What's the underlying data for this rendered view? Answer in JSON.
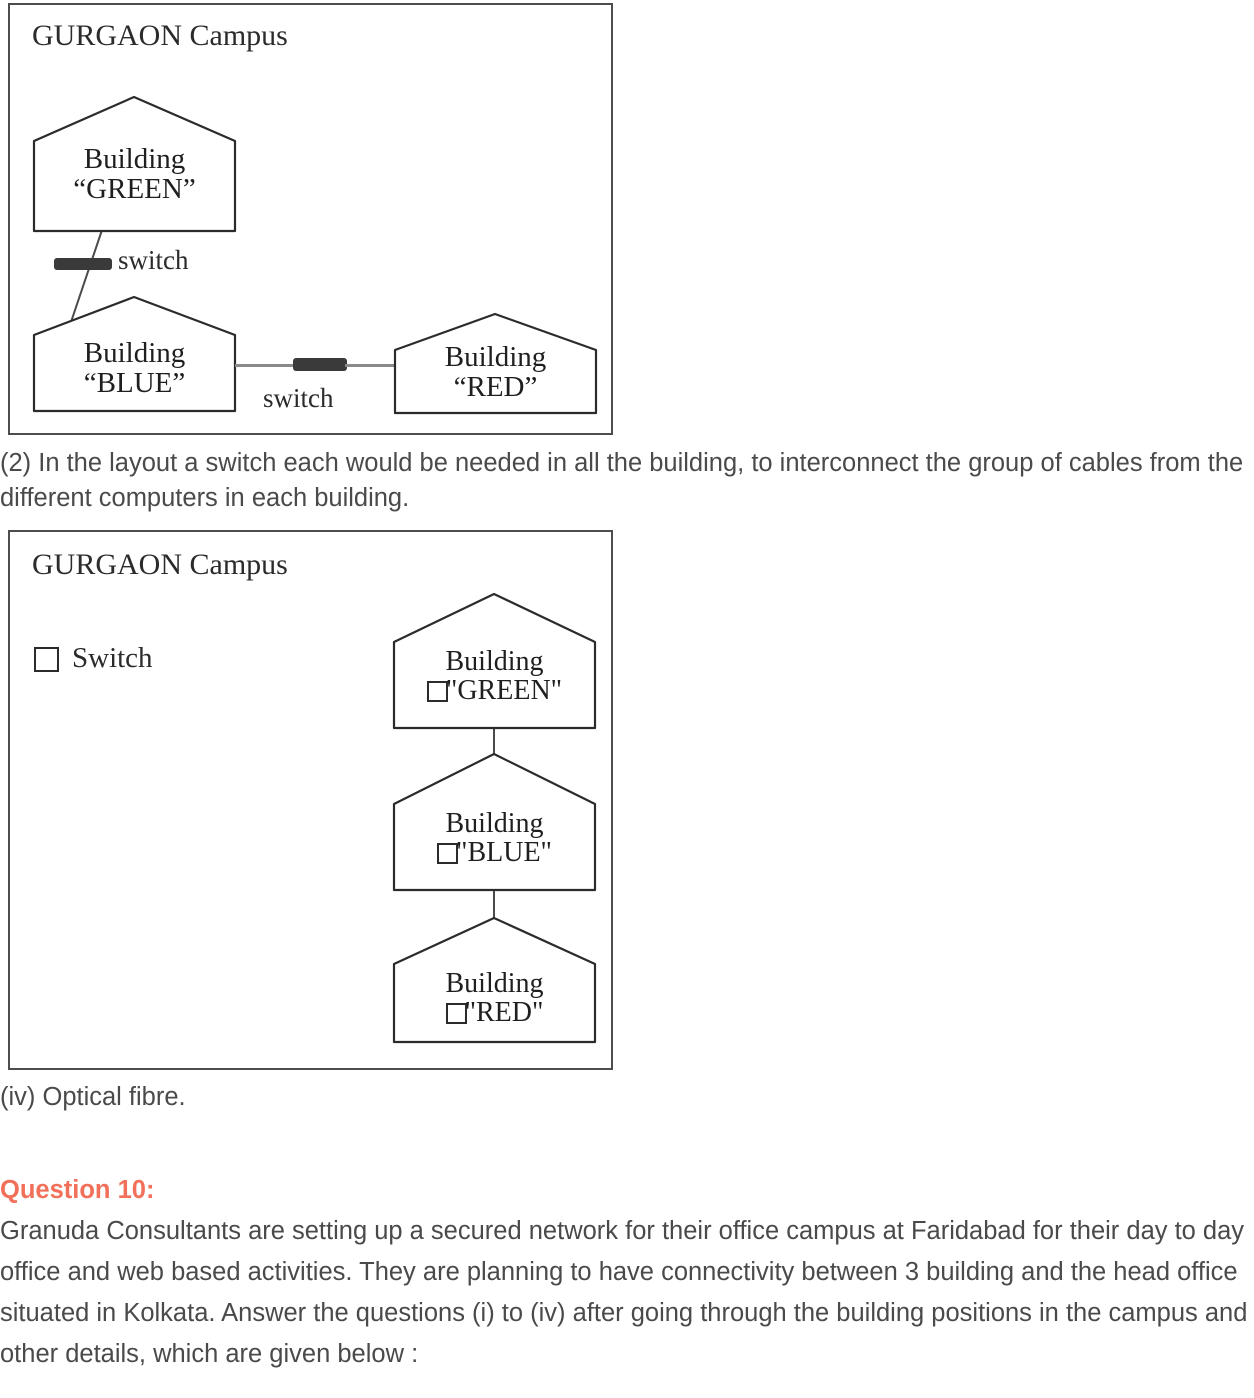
{
  "diagram_one": {
    "title": "GURGAON Campus",
    "buildings": [
      {
        "id": "green",
        "line1": "Building",
        "line2": "“GREEN”"
      },
      {
        "id": "blue",
        "line1": "Building",
        "line2": "“BLUE”"
      },
      {
        "id": "red",
        "line1": "Building",
        "line2": "“RED”"
      }
    ],
    "switch_label_top": "switch",
    "switch_label_bottom": "switch"
  },
  "paragraph_2": "(2) In the layout a switch each would be needed in all the building, to interconnect the group of cables from the different computers in each building.",
  "diagram_two": {
    "title": "GURGAON Campus",
    "legend_label": "Switch",
    "buildings": [
      {
        "id": "green",
        "line1": "Building",
        "line2": "\"GREEN\""
      },
      {
        "id": "blue",
        "line1": "Building",
        "line2": "\"BLUE\""
      },
      {
        "id": "red",
        "line1": "Building",
        "line2": "\"RED\""
      }
    ]
  },
  "answer_iv": "(iv) Optical fibre.",
  "question": {
    "heading": "Question 10:",
    "body": "Granuda Consultants are setting up a secured network for their office campus at Faridabad for their day to day office and web based activities. They are planning to have connectivity between 3 building and the head office situated in Kolkata. Answer the questions (i) to (iv) after going through the building positions in the campus and other details, which are given below :"
  },
  "colors": {
    "heading_accent": "#f2705a",
    "body_text": "#4a4a4a",
    "diagram_ink": "#2b2b2b",
    "switch_bar": "#3a3a3a"
  }
}
